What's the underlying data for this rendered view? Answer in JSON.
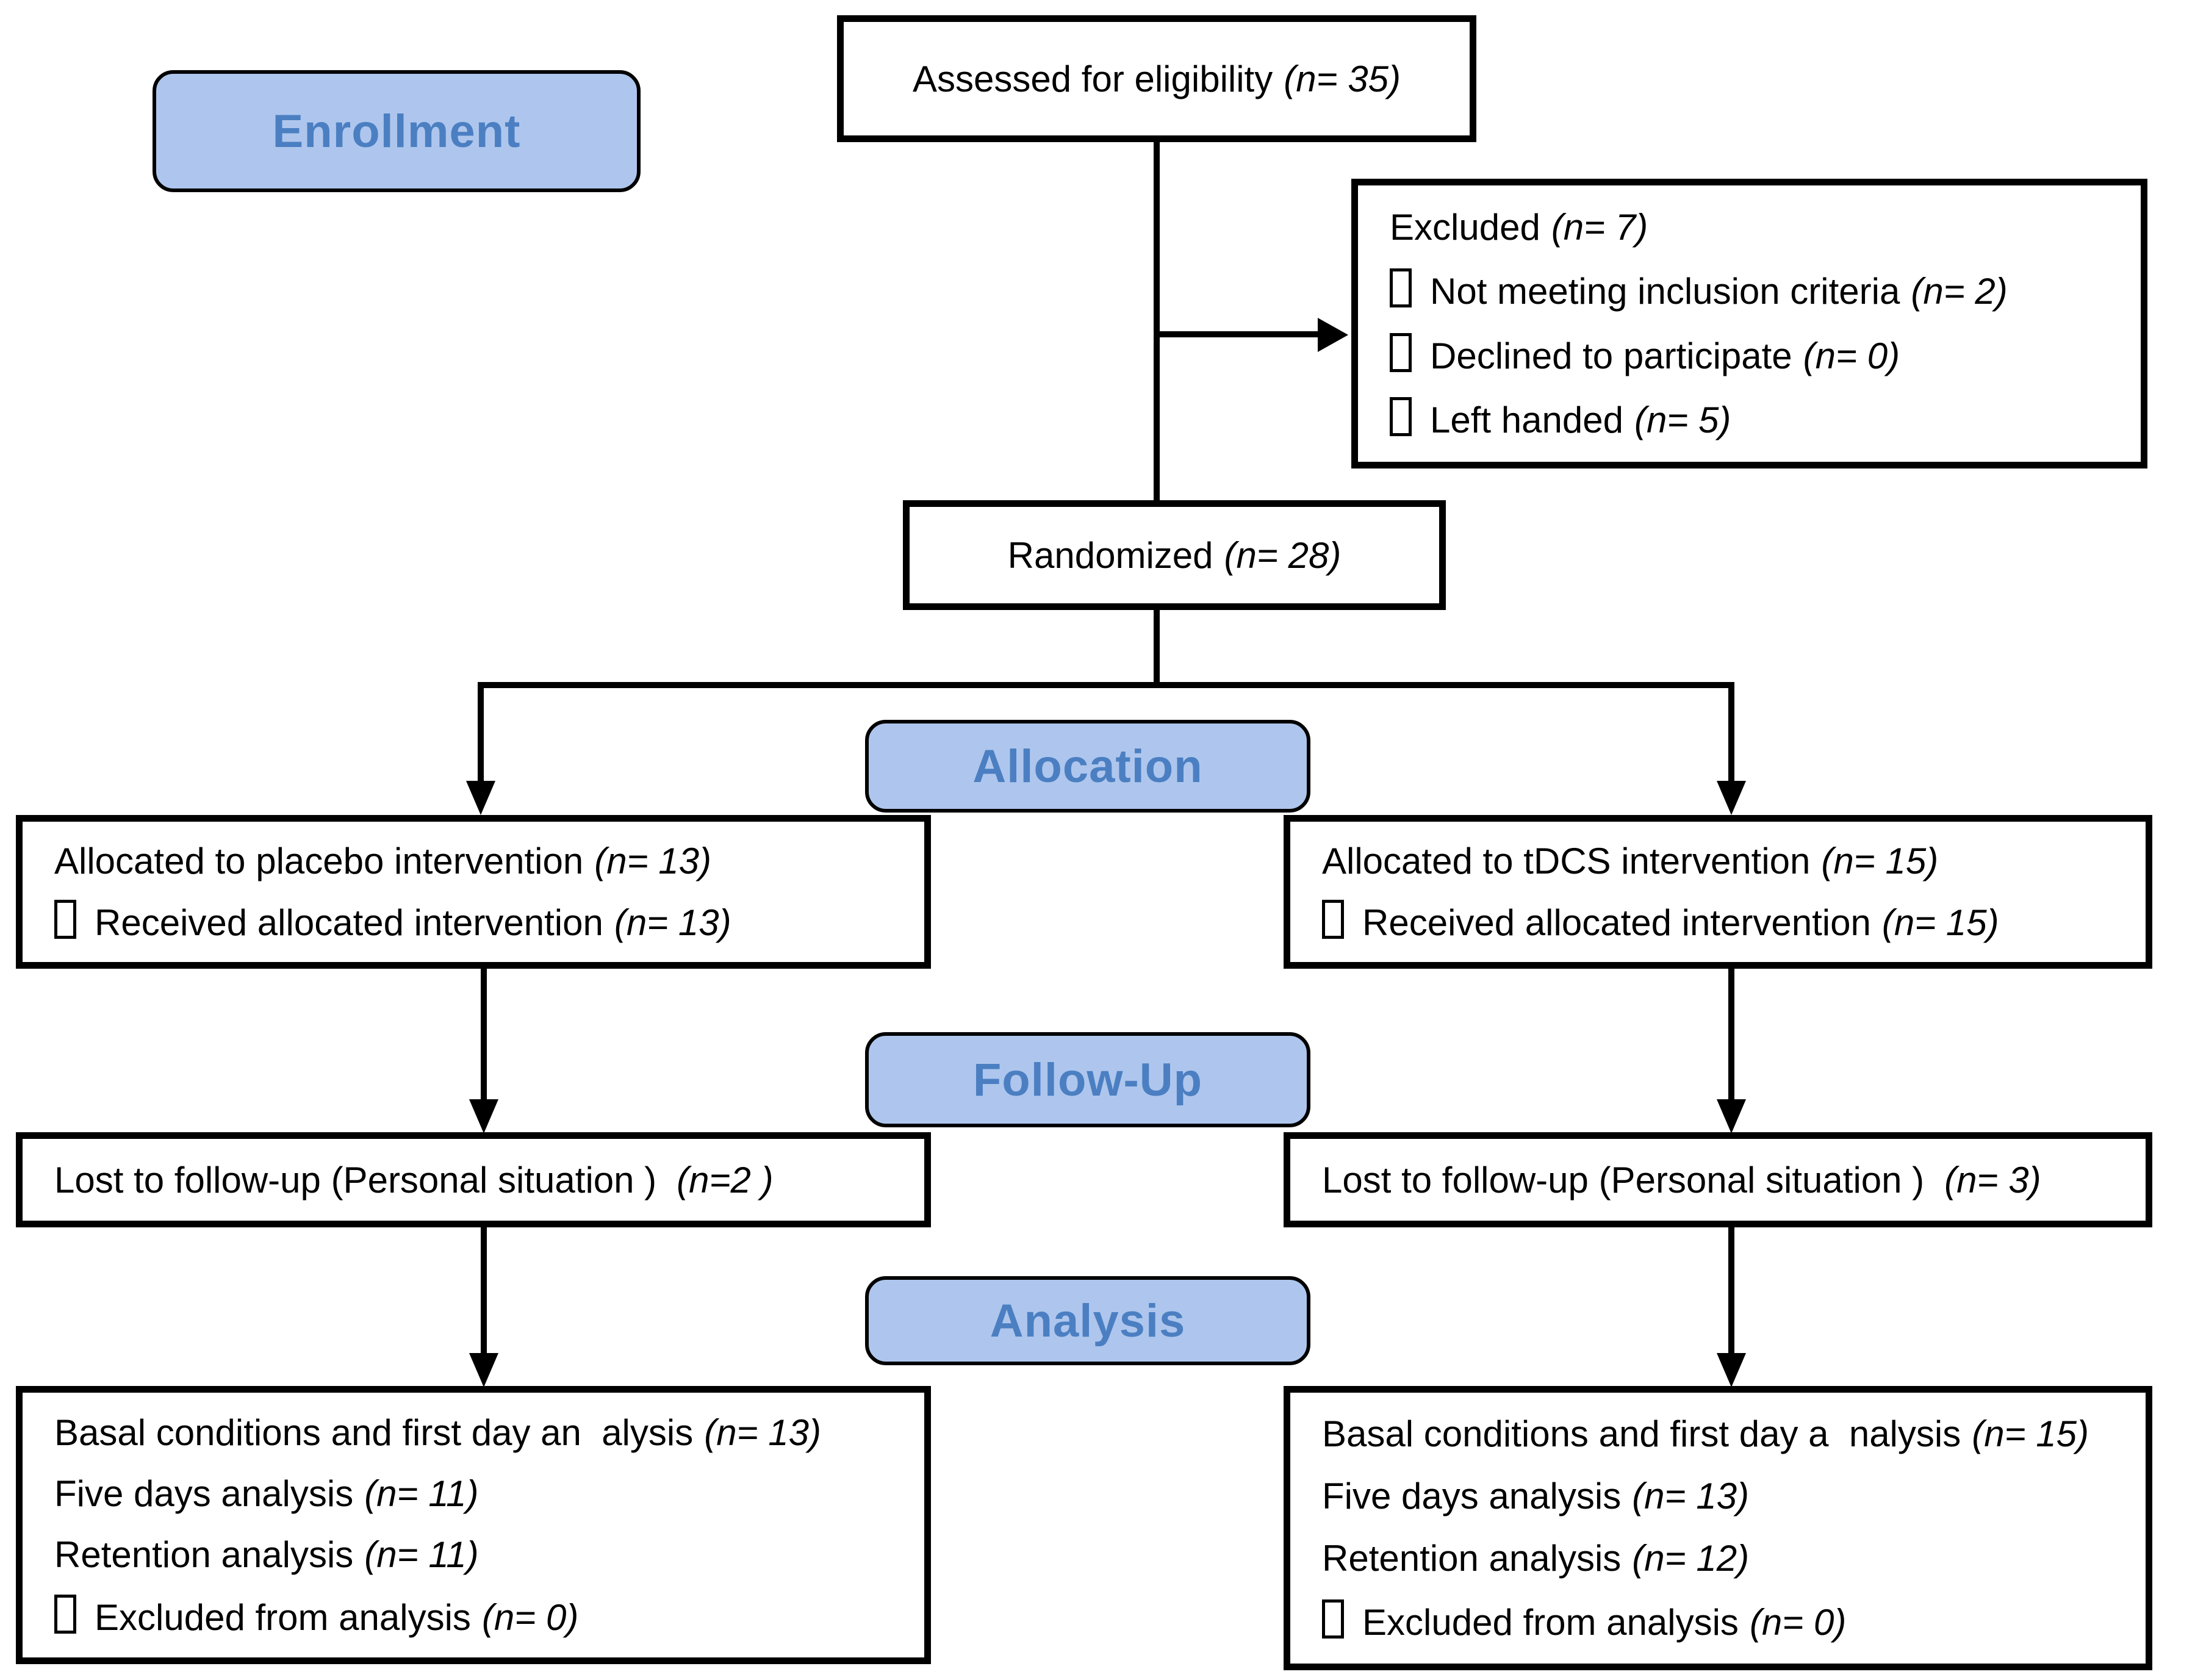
{
  "colors": {
    "stage_label_bg": "#aec6ed",
    "stage_label_text": "#4b7fc2",
    "box_border": "#000000",
    "connector": "#000000"
  },
  "stage_labels": {
    "enrollment": "Enrollment",
    "allocation": "Allocation",
    "followup": "Follow-Up",
    "analysis": "Analysis"
  },
  "assessed": {
    "text": "Assessed for eligibility",
    "n": "(n= 35)"
  },
  "excluded": {
    "title": "Excluded",
    "title_n": "(n= 7)",
    "items": [
      {
        "text": "Not meeting inclusion criteria",
        "n": "(n= 2)"
      },
      {
        "text": "Declined to participate",
        "n": "(n= 0)"
      },
      {
        "text": "Left handed",
        "n": "(n= 5)"
      }
    ]
  },
  "randomized": {
    "text": "Randomized",
    "n": "(n= 28)"
  },
  "alloc_left": {
    "line1": "Allocated to placebo intervention",
    "line1_n": "(n= 13)",
    "line2": "Received allocated intervention",
    "line2_n": "(n= 13)"
  },
  "alloc_right": {
    "line1": "Allocated to tDCS intervention",
    "line1_n": "(n= 15)",
    "line2": "Received allocated intervention",
    "line2_n": "(n= 15)"
  },
  "followup_left": {
    "text": "Lost to follow-up (Personal situation )",
    "n": "(n=2 )"
  },
  "followup_right": {
    "text": "Lost to follow-up (Personal situation )",
    "n": "(n= 3)"
  },
  "analysis_left": {
    "line1": "Basal conditions and first day an  alysis",
    "line1_n": "(n= 13)",
    "line2": "Five days analysis",
    "line2_n": "(n= 11)",
    "line3": "Retention analysis",
    "line3_n": "(n= 11)",
    "line4": "Excluded from analysis",
    "line4_n": "(n= 0)"
  },
  "analysis_right": {
    "line1": "Basal conditions and first day a  nalysis",
    "line1_n": "(n= 15)",
    "line2": "Five days analysis",
    "line2_n": "(n= 13)",
    "line3": "Retention analysis",
    "line3_n": "(n= 12)",
    "line4": "Excluded from analysis",
    "line4_n": "(n= 0)"
  }
}
